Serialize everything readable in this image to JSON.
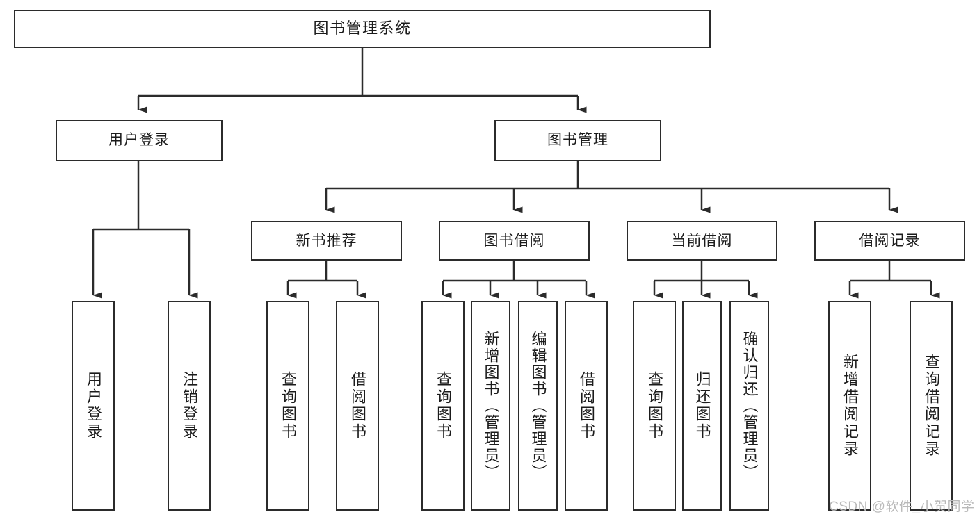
{
  "diagram": {
    "type": "hierarchy-tree",
    "title": "图书管理系统",
    "root": {
      "label": "图书管理系统"
    },
    "level2": [
      {
        "label": "用户登录"
      },
      {
        "label": "图书管理"
      }
    ],
    "level3": [
      {
        "label": "新书推荐"
      },
      {
        "label": "图书借阅"
      },
      {
        "label": "当前借阅"
      },
      {
        "label": "借阅记录"
      }
    ],
    "leaves": {
      "user_login": [
        {
          "label": "用户登录"
        },
        {
          "label": "注销登录"
        }
      ],
      "new_book_recommend": [
        {
          "label": "查询图书"
        },
        {
          "label": "借阅图书"
        }
      ],
      "book_borrow": [
        {
          "label": "查询图书"
        },
        {
          "label": "新增图书（管理员）"
        },
        {
          "label": "编辑图书（管理员）"
        },
        {
          "label": "借阅图书"
        }
      ],
      "current_borrow": [
        {
          "label": "查询图书"
        },
        {
          "label": "归还图书"
        },
        {
          "label": "确认归还（管理员）"
        }
      ],
      "borrow_record": [
        {
          "label": "新增借阅记录"
        },
        {
          "label": "查询借阅记录"
        }
      ]
    }
  },
  "watermark": {
    "text": "CSDN @软件_小贺同学"
  },
  "colors": {
    "border": "#2b2b2b",
    "text": "#1b1b1b",
    "background": "#ffffff",
    "connector": "#2b2b2b",
    "watermark": "#b9b9b9"
  }
}
